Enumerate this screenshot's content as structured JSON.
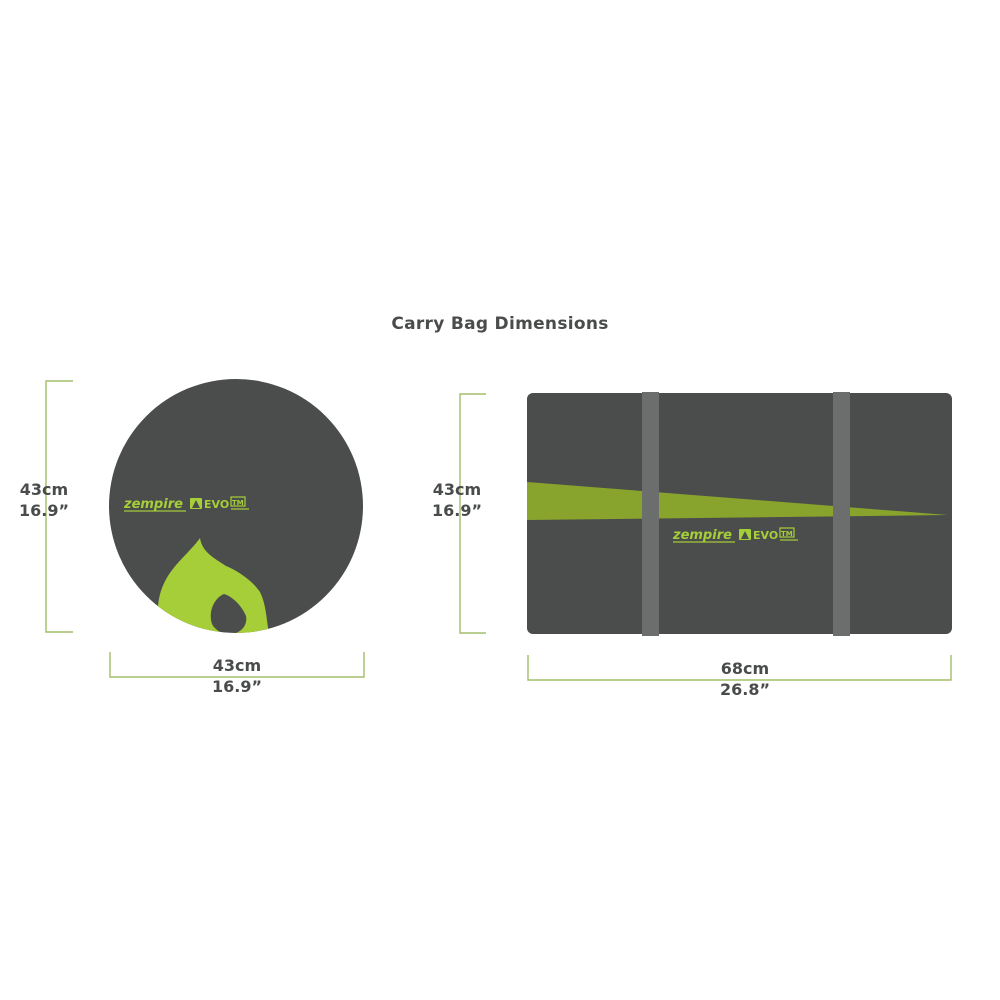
{
  "title": "Carry Bag Dimensions",
  "colors": {
    "bag": "#4b4d4c",
    "strap": "#6c6e6e",
    "accent": "#a6ce39",
    "line": "#a4bd6a",
    "text": "#4a4c4c"
  },
  "round_bag": {
    "height_cm": "43cm",
    "height_in": "16.9”",
    "width_cm": "43cm",
    "width_in": "16.9”",
    "logo": {
      "brand": "zempire",
      "product": "EVO",
      "badge": "TM"
    }
  },
  "rect_bag": {
    "height_cm": "43cm",
    "height_in": "16.9”",
    "width_cm": "68cm",
    "width_in": "26.8”",
    "logo": {
      "brand": "zempire",
      "product": "EVO",
      "badge": "TM"
    }
  }
}
